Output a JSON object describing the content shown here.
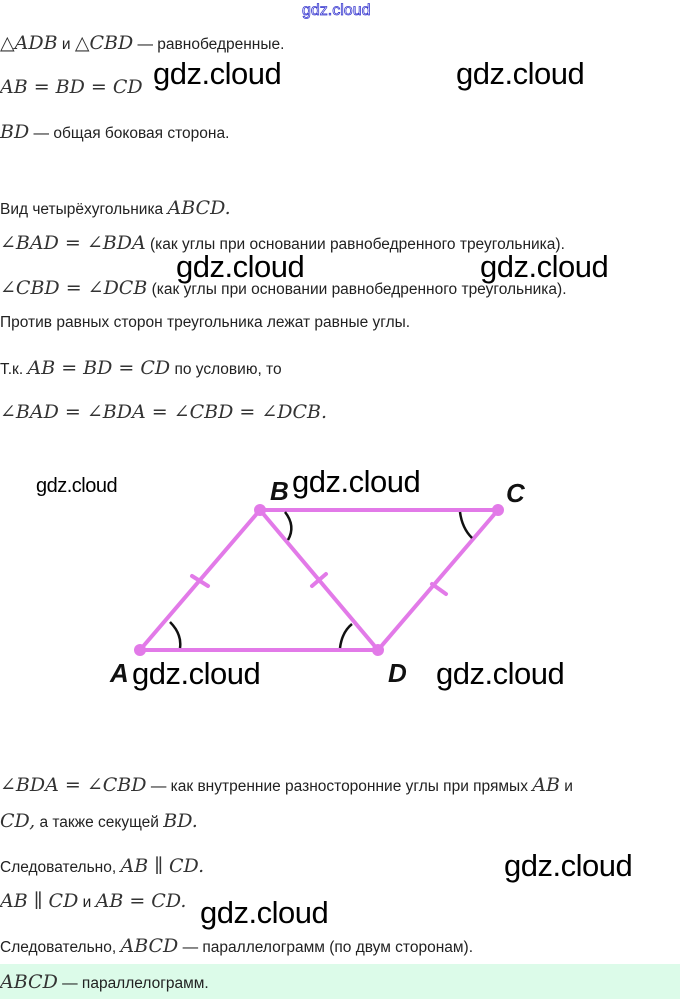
{
  "watermark": "gdz.cloud",
  "lines": {
    "l1": [
      "△ADB",
      "и",
      "△CBD",
      "— равнобедренные."
    ],
    "l2": [
      "AB = BD = CD"
    ],
    "l3": [
      "BD",
      "— общая боковая сторона."
    ],
    "l4": [
      "Вид четырёхугольника",
      "ABCD."
    ],
    "l5": [
      "∠BAD = ∠BDA",
      "(как углы при основании равнобедренного треугольника)."
    ],
    "l6": [
      "∠CBD = ∠DCB",
      "(как углы при основании равнобедренного треугольника)."
    ],
    "l7": [
      "Против равных сторон треугольника лежат равные углы."
    ],
    "l8": [
      "Т.к.",
      "AB = BD = CD",
      "по условию, то"
    ],
    "l9": [
      "∠BAD = ∠BDA = ∠CBD = ∠DCB."
    ],
    "l10": [
      "∠BDA = ∠CBD",
      "— как внутренние разносторонние углы при прямых",
      "AB",
      "и"
    ],
    "l11": [
      "CD,",
      "а также секущей",
      "BD."
    ],
    "l12": [
      "Следовательно,",
      "AB ∥ CD."
    ],
    "l13": [
      "AB ∥ CD",
      "и",
      "AB = CD."
    ],
    "l14": [
      "Следовательно,",
      "ABCD",
      "— параллелограмм (по двум сторонам)."
    ],
    "l15": [
      "ABCD",
      "— параллелограмм."
    ]
  },
  "diagram": {
    "labels": [
      "A",
      "B",
      "C",
      "D"
    ],
    "color": "#e27ae8"
  }
}
